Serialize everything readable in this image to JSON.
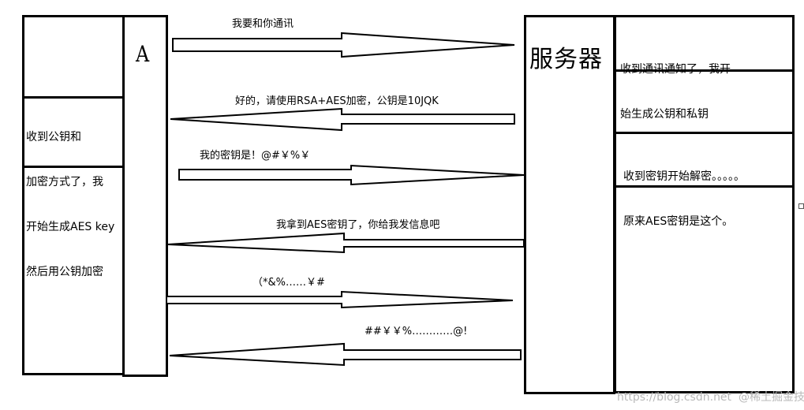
{
  "client": {
    "label": "A",
    "note_lines": [
      "收到公钥和",
      "加密方式了，我",
      "开始生成AES key",
      "然后用公钥加密"
    ]
  },
  "server": {
    "label": "服务器",
    "notes": [
      {
        "lines": [
          "收到通讯通知了，我开",
          "始生成公钥和私钥"
        ]
      },
      {
        "lines": [
          "收到密钥开始解密。。。。。",
          "原来AES密钥是这个。"
        ]
      }
    ]
  },
  "messages": [
    {
      "text": "我要和你通讯",
      "direction": "to-server"
    },
    {
      "text": "好的，请使用RSA+AES加密，公钥是10JQK",
      "direction": "to-client"
    },
    {
      "text": "我的密钥是！@#￥%￥",
      "direction": "to-server"
    },
    {
      "text": "我拿到AES密钥了，你给我发信息吧",
      "direction": "to-client"
    },
    {
      "text": "（*&%……￥#",
      "direction": "to-server"
    },
    {
      "text": "##￥￥%…………@!",
      "direction": "to-client"
    }
  ],
  "watermark": "https://blog.csdn.net  @稀土掘金技术社区"
}
